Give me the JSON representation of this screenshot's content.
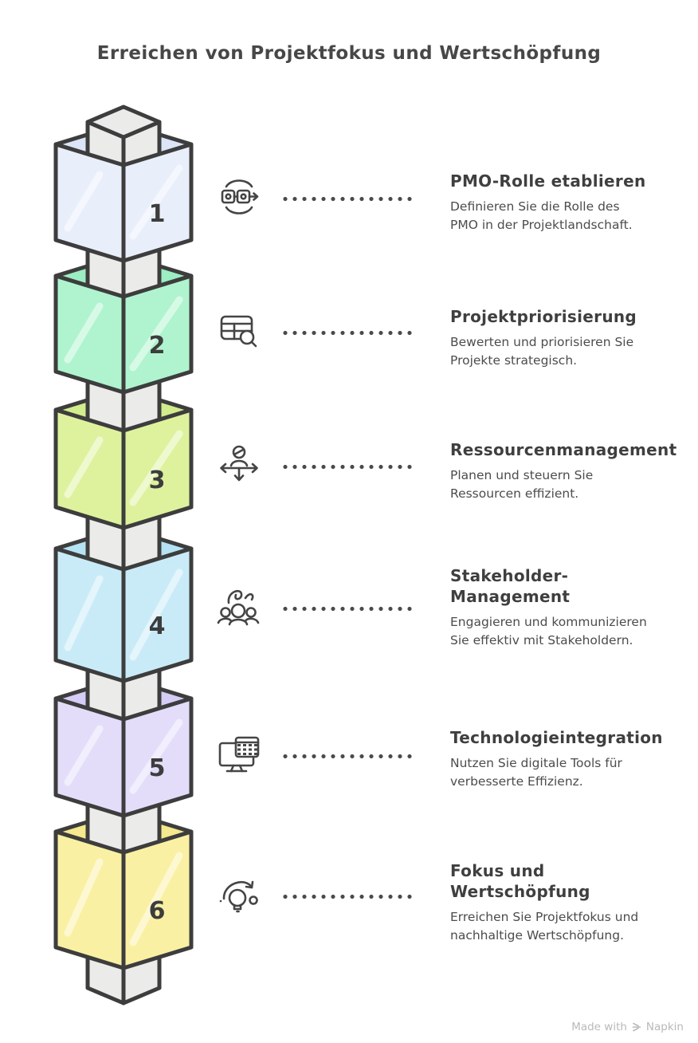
{
  "title": "Erreichen von Projektfokus und Wertschöpfung",
  "outline_color": "#3d3d3d",
  "column_color": "#ebebe9",
  "steps": [
    {
      "number": "1",
      "title": "PMO-Rolle etablieren",
      "desc": "Definieren Sie die Rolle des\nPMO in der Projektlandschaft.",
      "icon": "process-flow-icon",
      "block_color": "#e9eefb",
      "block_inner_color": "#dce4f7"
    },
    {
      "number": "2",
      "title": "Projektpriorisierung",
      "desc": "Bewerten und priorisieren Sie\nProjekte strategisch.",
      "icon": "table-search-icon",
      "block_color": "#aff4cf",
      "block_inner_color": "#9ceec3"
    },
    {
      "number": "3",
      "title": "Ressourcenmanagement",
      "desc": "Planen und steuern Sie\nRessourcen effizient.",
      "icon": "person-arrows-icon",
      "block_color": "#def29e",
      "block_inner_color": "#d3ec8d"
    },
    {
      "number": "4",
      "title": "Stakeholder-\nManagement",
      "desc": "Engagieren und kommunizieren\nSie effektiv mit Stakeholdern.",
      "icon": "people-group-icon",
      "block_color": "#c9ebf8",
      "block_inner_color": "#b5e3f4"
    },
    {
      "number": "5",
      "title": "Technologieintegration",
      "desc": "Nutzen Sie digitale Tools für\nverbesserte Effizienz.",
      "icon": "monitor-table-icon",
      "block_color": "#e3ddfa",
      "block_inner_color": "#d5cdf6"
    },
    {
      "number": "6",
      "title": "Fokus und\nWertschöpfung",
      "desc": "Erreichen Sie Projektfokus und\nnachhaltige Wertschöpfung.",
      "icon": "bulb-cycle-icon",
      "block_color": "#faf0a3",
      "block_inner_color": "#f5e88d"
    }
  ],
  "footer": {
    "made_with": "Made with",
    "brand": "Napkin"
  }
}
